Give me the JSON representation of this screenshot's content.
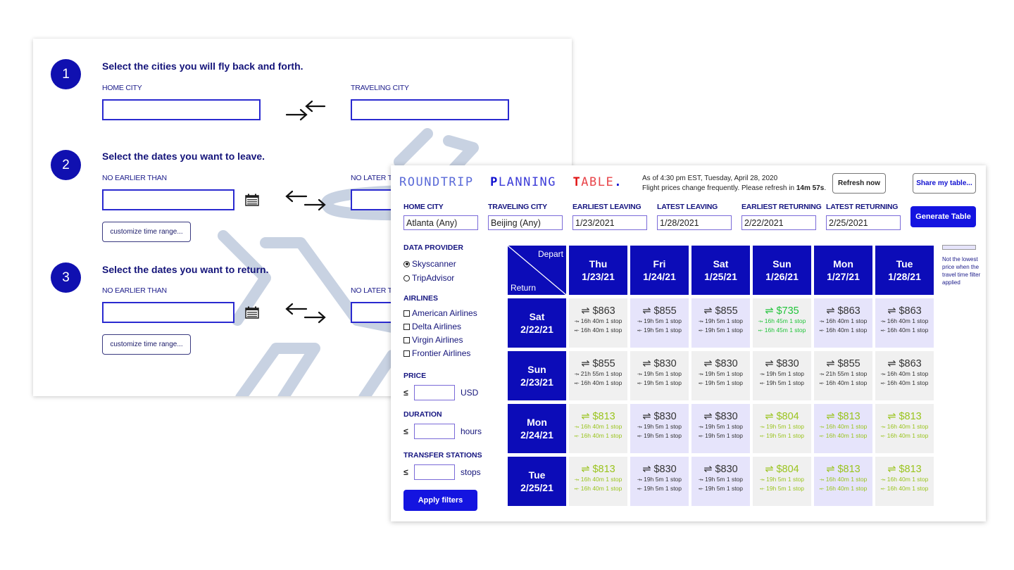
{
  "wizard": {
    "steps": [
      {
        "number": "1",
        "title": "Select the cities you will fly back and forth."
      },
      {
        "number": "2",
        "title": "Select the dates you want to leave."
      },
      {
        "number": "3",
        "title": "Select the dates you want to return."
      }
    ],
    "home_city_label": "HOME CITY",
    "traveling_city_label": "TRAVELING CITY",
    "leave_earliest_label": "NO EARLIER THAN",
    "leave_latest_label": "NO LATER TH",
    "return_earliest_label": "NO EARLIER THAN",
    "return_latest_label": "NO LATER TH",
    "customize_label": "customize time range..."
  },
  "table_app": {
    "logo": {
      "word1_first": "R",
      "word1_rest": "OUNDTRIP",
      "word2_first": "P",
      "word2_rest": "LANNING",
      "word3_first": "T",
      "word3_rest": "ABLE",
      "dot": "."
    },
    "as_of_line1": "As of 4:30 pm EST, Tuesday, April 28, 2020",
    "as_of_line2_prefix": "Flight prices change frequently. Please refresh in ",
    "refresh_countdown": "14m 57s",
    "as_of_line2_suffix": ".",
    "refresh_label": "Refresh now",
    "share_label": "Share my table...",
    "fields": [
      {
        "label": "HOME CITY",
        "value": "Atlanta (Any)"
      },
      {
        "label": "TRAVELING CITY",
        "value": "Beijing (Any)"
      },
      {
        "label": "EARLIEST LEAVING",
        "value": "1/23/2021"
      },
      {
        "label": "LATEST LEAVING",
        "value": "1/28/2021"
      },
      {
        "label": "EARLIEST RETURNING",
        "value": "2/22/2021"
      },
      {
        "label": "LATEST RETURNING",
        "value": "2/25/2021"
      }
    ],
    "generate_label": "Generate Table",
    "filters": {
      "provider_label": "DATA PROVIDER",
      "providers": [
        {
          "label": "Skyscanner",
          "selected": true
        },
        {
          "label": "TripAdvisor",
          "selected": false
        }
      ],
      "airlines_label": "AIRLINES",
      "airlines": [
        "American Airlines",
        "Delta Airlines",
        "Virgin Airlines",
        "Frontier Airlines"
      ],
      "price_label": "PRICE",
      "price_unit": "USD",
      "duration_label": "DURATION",
      "duration_unit": "hours",
      "transfer_label": "TRANSFER STATIONS",
      "transfer_unit": "stops",
      "le_symbol": "≤",
      "apply_label": "Apply filters"
    },
    "grid": {
      "corner_depart": "Depart",
      "corner_return": "Return",
      "depart_days": [
        {
          "day": "Thu",
          "date": "1/23/21"
        },
        {
          "day": "Fri",
          "date": "1/24/21"
        },
        {
          "day": "Sat",
          "date": "1/25/21"
        },
        {
          "day": "Sun",
          "date": "1/26/21"
        },
        {
          "day": "Mon",
          "date": "1/27/21"
        },
        {
          "day": "Tue",
          "date": "1/28/21"
        }
      ],
      "return_days": [
        {
          "day": "Sat",
          "date": "2/22/21"
        },
        {
          "day": "Sun",
          "date": "2/23/21"
        },
        {
          "day": "Mon",
          "date": "2/24/21"
        },
        {
          "day": "Tue",
          "date": "2/25/21"
        }
      ],
      "rows": [
        [
          {
            "price": "⇌ $863",
            "out": "⤞ 16h 40m 1 stop",
            "back": "⤝ 16h 40m 1 stop",
            "bg": "gray",
            "tone": ""
          },
          {
            "price": "⇌ $855",
            "out": "⤞ 19h 5m 1 stop",
            "back": "⤝ 19h 5m 1 stop",
            "bg": "lav",
            "tone": ""
          },
          {
            "price": "⇌ $855",
            "out": "⤞ 19h 5m 1 stop",
            "back": "⤝ 19h 5m 1 stop",
            "bg": "lav",
            "tone": ""
          },
          {
            "price": "⇌ $735",
            "out": "⤞ 16h 45m 1 stop",
            "back": "⤝ 16h 45m 1 stop",
            "bg": "gray",
            "tone": "green"
          },
          {
            "price": "⇌ $863",
            "out": "⤞ 16h 40m 1 stop",
            "back": "⤝ 16h 40m 1 stop",
            "bg": "lav",
            "tone": ""
          },
          {
            "price": "⇌ $863",
            "out": "⤞ 16h 40m 1 stop",
            "back": "⤝ 16h 40m 1 stop",
            "bg": "lav",
            "tone": ""
          }
        ],
        [
          {
            "price": "⇌ $855",
            "out": "⤞ 21h 55m 1 stop",
            "back": "⤝ 16h 40m 1 stop",
            "bg": "gray",
            "tone": ""
          },
          {
            "price": "⇌ $830",
            "out": "⤞ 19h 5m 1 stop",
            "back": "⤝ 19h 5m 1 stop",
            "bg": "gray",
            "tone": ""
          },
          {
            "price": "⇌ $830",
            "out": "⤞ 19h 5m 1 stop",
            "back": "⤝ 19h 5m 1 stop",
            "bg": "gray",
            "tone": ""
          },
          {
            "price": "⇌ $830",
            "out": "⤞ 19h 5m 1 stop",
            "back": "⤝ 19h 5m 1 stop",
            "bg": "gray",
            "tone": ""
          },
          {
            "price": "⇌ $855",
            "out": "⤞ 21h 55m 1 stop",
            "back": "⤝ 16h 40m 1 stop",
            "bg": "gray",
            "tone": ""
          },
          {
            "price": "⇌ $863",
            "out": "⤞ 16h 40m 1 stop",
            "back": "⤝ 16h 40m 1 stop",
            "bg": "gray",
            "tone": ""
          }
        ],
        [
          {
            "price": "⇌ $813",
            "out": "⤞ 16h 40m 1 stop",
            "back": "⤝ 16h 40m 1 stop",
            "bg": "gray",
            "tone": "lime"
          },
          {
            "price": "⇌ $830",
            "out": "⤞ 19h 5m 1 stop",
            "back": "⤝ 19h 5m 1 stop",
            "bg": "lav",
            "tone": ""
          },
          {
            "price": "⇌ $830",
            "out": "⤞ 19h 5m 1 stop",
            "back": "⤝ 19h 5m 1 stop",
            "bg": "lav",
            "tone": ""
          },
          {
            "price": "⇌ $804",
            "out": "⤞ 19h 5m 1 stop",
            "back": "⤝ 19h 5m 1 stop",
            "bg": "gray",
            "tone": "lime"
          },
          {
            "price": "⇌ $813",
            "out": "⤞ 16h 40m 1 stop",
            "back": "⤝ 16h 40m 1 stop",
            "bg": "lav",
            "tone": "lime"
          },
          {
            "price": "⇌ $813",
            "out": "⤞ 16h 40m 1 stop",
            "back": "⤝ 16h 40m 1 stop",
            "bg": "gray",
            "tone": "lime"
          }
        ],
        [
          {
            "price": "⇌ $813",
            "out": "⤞ 16h 40m 1 stop",
            "back": "⤝ 16h 40m 1 stop",
            "bg": "gray",
            "tone": "lime"
          },
          {
            "price": "⇌ $830",
            "out": "⤞ 19h 5m 1 stop",
            "back": "⤝ 19h 5m 1 stop",
            "bg": "lav",
            "tone": ""
          },
          {
            "price": "⇌ $830",
            "out": "⤞ 19h 5m 1 stop",
            "back": "⤝ 19h 5m 1 stop",
            "bg": "lav",
            "tone": ""
          },
          {
            "price": "⇌ $804",
            "out": "⤞ 19h 5m 1 stop",
            "back": "⤝ 19h 5m 1 stop",
            "bg": "gray",
            "tone": "lime"
          },
          {
            "price": "⇌ $813",
            "out": "⤞ 16h 40m 1 stop",
            "back": "⤝ 16h 40m 1 stop",
            "bg": "lav",
            "tone": "lime"
          },
          {
            "price": "⇌ $813",
            "out": "⤞ 16h 40m 1 stop",
            "back": "⤝ 16h 40m 1 stop",
            "bg": "gray",
            "tone": "lime"
          }
        ]
      ]
    },
    "legend_text": "Not the lowest price when the travel time filter applied",
    "colors": {
      "primary": "#0c0cb8",
      "button": "#1414e0",
      "lowest": "#22c43a",
      "filtered_low": "#9ac41e",
      "not_lowest_bg": "#e6e4fb"
    }
  }
}
